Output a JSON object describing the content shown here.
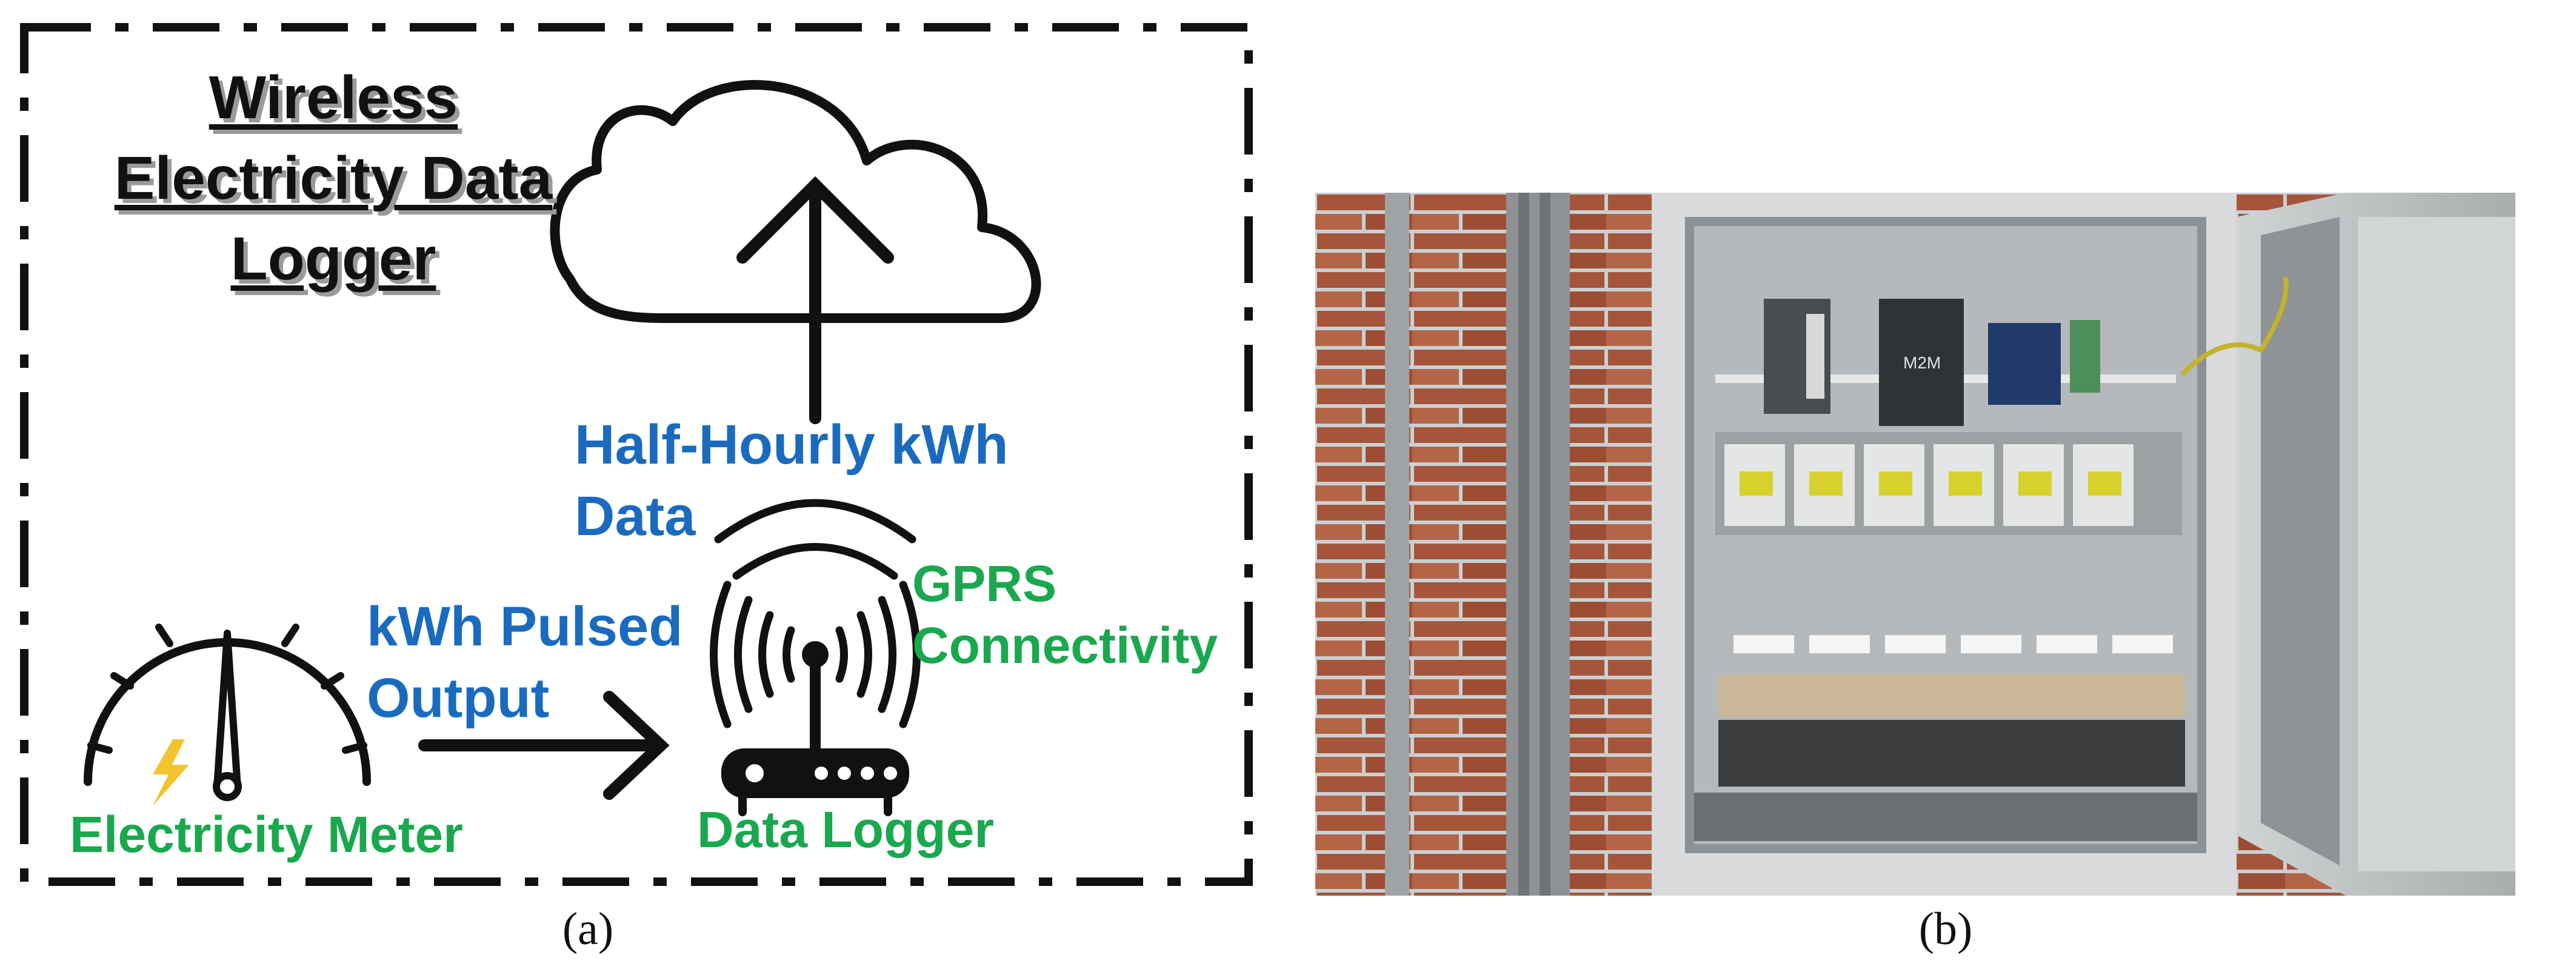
{
  "panel_a": {
    "title_lines": [
      "Wireless",
      "Electricity Data",
      "Logger"
    ],
    "upload_label_lines": [
      "Half-Hourly kWh",
      "Data"
    ],
    "pulse_label_lines": [
      "kWh Pulsed",
      "Output"
    ],
    "gprs_label_lines": [
      "GPRS",
      "Connectivity"
    ],
    "meter_label": "Electricity Meter",
    "logger_label": "Data Logger",
    "caption": "(a)"
  },
  "panel_b": {
    "caption": "(b)",
    "module_labels": [
      "M2M"
    ]
  },
  "colors": {
    "blue_text": "#1a6bbf",
    "green_text": "#1aa84f",
    "bolt": "#f4c430",
    "frame": "#111111"
  }
}
